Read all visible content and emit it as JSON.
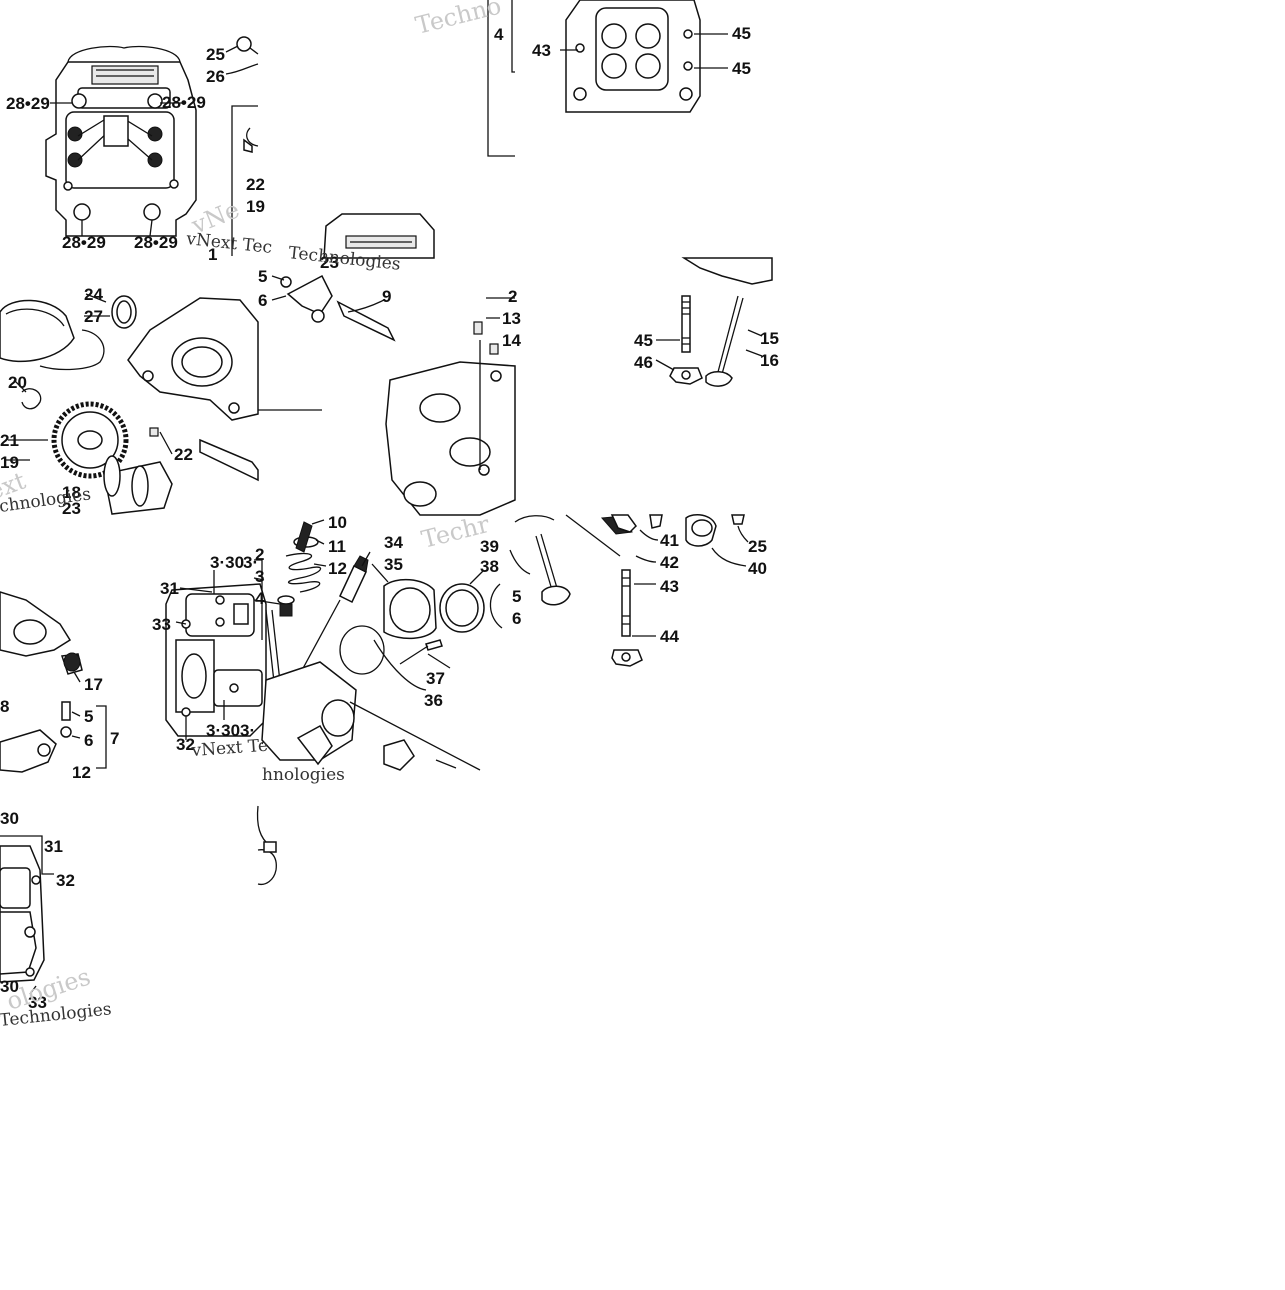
{
  "watermark": {
    "words": [
      "Techno",
      "Techn",
      "vNext Tec",
      "vNext Te",
      "ext",
      "chnologies",
      "Technologies",
      "vNe",
      "ologies",
      "hnologies",
      "Techr"
    ]
  },
  "labels": {
    "tileA": [
      "25",
      "26",
      "28•29",
      "28•29",
      "28•29",
      "28•29",
      "22",
      "19",
      "1"
    ],
    "tileB": [
      "4",
      "43",
      "45",
      "45"
    ],
    "tileC": [
      "24",
      "27",
      "20",
      "21",
      "19",
      "22",
      "18",
      "23"
    ],
    "tileD": [
      "23",
      "5",
      "6",
      "9",
      "2",
      "13",
      "14"
    ],
    "tileE": [
      "45",
      "46",
      "15",
      "16"
    ],
    "tileF": [
      "17",
      "8",
      "5",
      "6",
      "7",
      "12"
    ],
    "tileG": [
      "10",
      "11",
      "12",
      "2",
      "3",
      "4",
      "3·30",
      "3·",
      "31",
      "33",
      "32",
      "3·30",
      "3·",
      "34",
      "35",
      "38",
      "5",
      "6",
      "37",
      "36",
      "39"
    ],
    "tileH": [
      "41",
      "25",
      "42",
      "40",
      "43",
      "44"
    ],
    "tileI": [
      "30",
      "31",
      "32",
      "30",
      "33"
    ]
  }
}
